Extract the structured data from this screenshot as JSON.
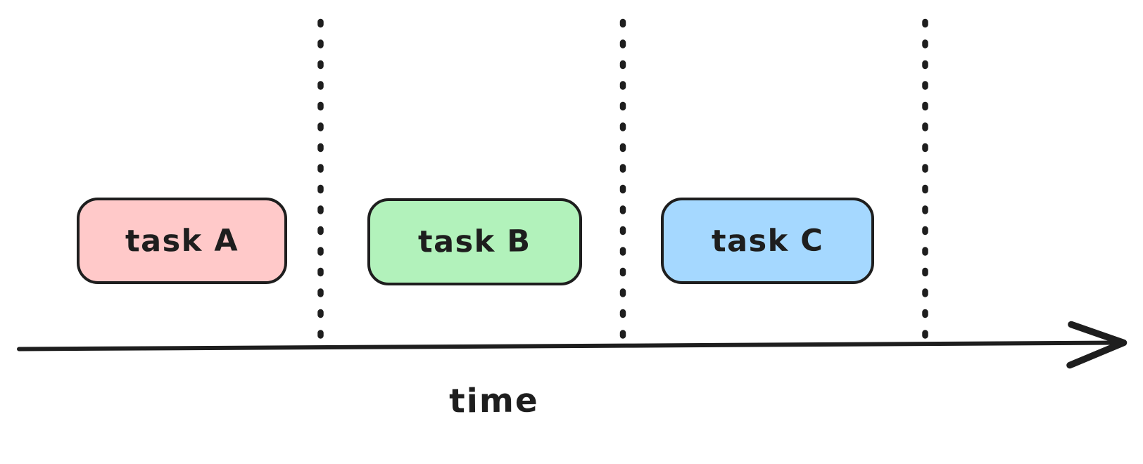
{
  "diagram": {
    "background": "#ffffff",
    "stroke_color": "#1e1e1e",
    "tasks": [
      {
        "label": "task A",
        "fill": "#ffc9c9"
      },
      {
        "label": "task B",
        "fill": "#b2f2bb"
      },
      {
        "label": "task C",
        "fill": "#a5d8ff"
      }
    ],
    "axis_label": "time"
  }
}
